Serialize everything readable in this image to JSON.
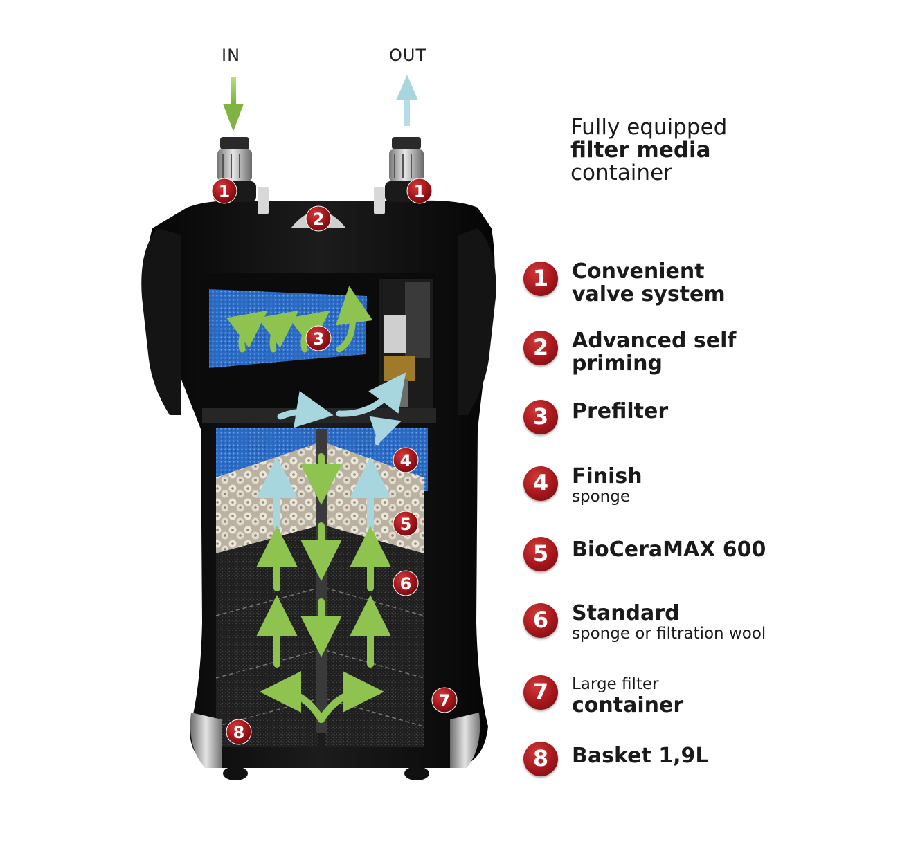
{
  "io": {
    "in_label": "IN",
    "out_label": "OUT"
  },
  "headline": {
    "line1": "Fully equipped",
    "line2": "filter media",
    "line3": "container"
  },
  "legend": [
    {
      "num": "1",
      "main": "Convenient",
      "main2": "valve system"
    },
    {
      "num": "2",
      "main": "Advanced self",
      "main2": "priming"
    },
    {
      "num": "3",
      "main": "Prefilter"
    },
    {
      "num": "4",
      "main": "Finish",
      "sub": "sponge"
    },
    {
      "num": "5",
      "main": "BioCeraMAX 600"
    },
    {
      "num": "6",
      "main": "Standard",
      "sub": "sponge or filtration wool"
    },
    {
      "num": "7",
      "pre": "Large filter",
      "main": "container"
    },
    {
      "num": "8",
      "main": "Basket 1,9L"
    }
  ],
  "diagram_markers": [
    "1",
    "1",
    "2",
    "3",
    "4",
    "5",
    "6",
    "7",
    "8"
  ],
  "colors": {
    "badge_red": "#a4161b",
    "flow_green": "#8fc34f",
    "flow_blue": "#a8d6df",
    "housing": "#111111",
    "sponge_blue": "#2f6fc8",
    "ceramic": "#d9d2c3",
    "black_sponge": "#2a2a2a"
  }
}
